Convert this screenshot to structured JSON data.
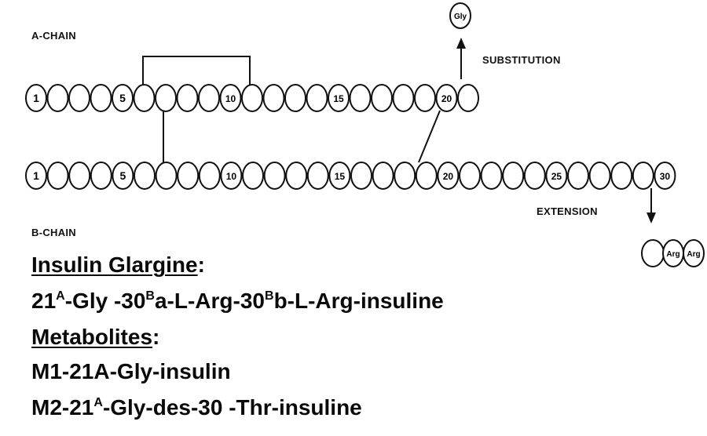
{
  "labels": {
    "a_chain": "A-CHAIN",
    "b_chain": "B-CHAIN",
    "substitution": "SUBSTITUTION",
    "extension": "EXTENSION",
    "gly": "Gly",
    "arg1": "Arg",
    "arg2": "Arg"
  },
  "a_chain": {
    "count": 21,
    "numbered": [
      "1",
      "5",
      "10",
      "15",
      "20"
    ]
  },
  "b_chain": {
    "count": 30,
    "numbered": [
      "1",
      "5",
      "10",
      "15",
      "20",
      "25",
      "30"
    ]
  },
  "text": {
    "title": "Insulin Glargine",
    "title_colon": ":",
    "glargine_a": "21",
    "glargine_sup1": "A",
    "glargine_b": "-Gly -30",
    "glargine_sup2": "B",
    "glargine_c": "a-L-Arg-30",
    "glargine_sup3": "B",
    "glargine_d": "b-L-Arg-insuline",
    "metabolites": "Metabolites",
    "metabolites_colon": ":",
    "m1": "M1-21A-Gly-insulin",
    "m2_a": "M2-21",
    "m2_sup": "A",
    "m2_b": "-Gly-des-30 -Thr-insuline"
  }
}
